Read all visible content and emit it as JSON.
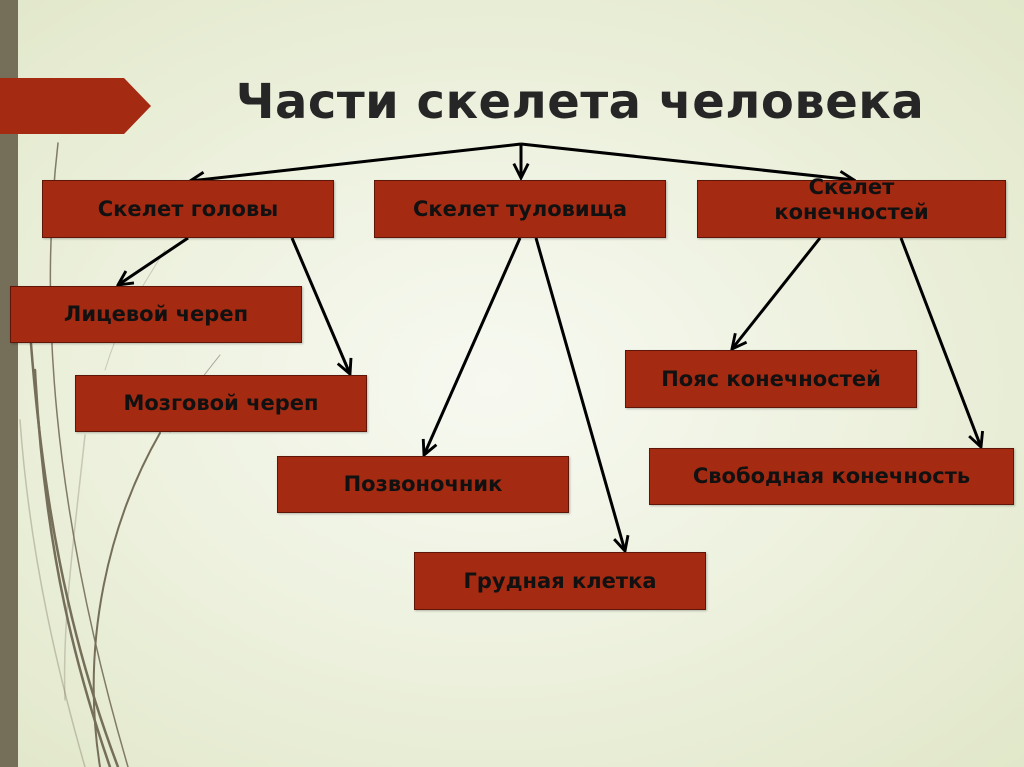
{
  "slide": {
    "title": "Части скелета человека",
    "colors": {
      "node_fill": "#a52a12",
      "sidebar": "#756e59",
      "banner": "#a52a12",
      "title_text": "#262626",
      "arrow": "#000000"
    }
  },
  "diagram": {
    "root": "Части скелета человека",
    "nodes": {
      "head": "Скелет головы",
      "trunk": "Скелет туловища",
      "limbs_line1": "Скелет",
      "limbs_line2": "конечностей",
      "facial": "Лицевой череп",
      "cranial": "Мозговой череп",
      "spine": "Позвоночник",
      "ribcage": "Грудная клетка",
      "girdle": "Пояс конечностей",
      "free_limb": "Свободная конечность"
    },
    "edges": [
      {
        "from": "Части скелета человека",
        "to": "Скелет головы"
      },
      {
        "from": "Части скелета человека",
        "to": "Скелет туловища"
      },
      {
        "from": "Части скелета человека",
        "to": "Скелет конечностей"
      },
      {
        "from": "Скелет головы",
        "to": "Лицевой череп"
      },
      {
        "from": "Скелет головы",
        "to": "Мозговой череп"
      },
      {
        "from": "Скелет туловища",
        "to": "Позвоночник"
      },
      {
        "from": "Скелет туловища",
        "to": "Грудная клетка"
      },
      {
        "from": "Скелет конечностей",
        "to": "Пояс конечностей"
      },
      {
        "from": "Скелет конечностей",
        "to": "Свободная конечность"
      }
    ]
  }
}
